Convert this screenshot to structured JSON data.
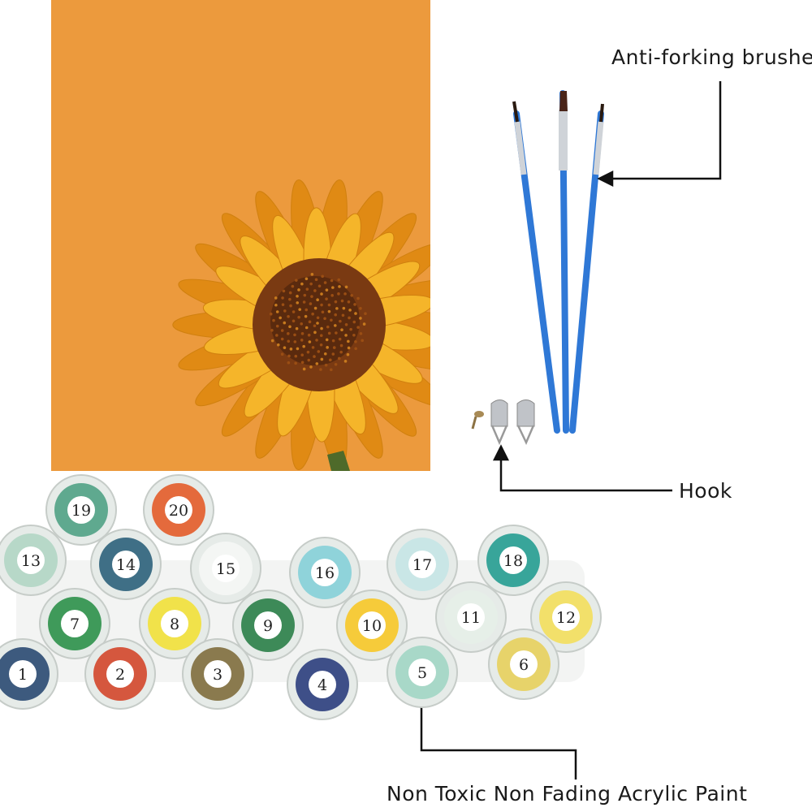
{
  "labels": {
    "brushes": "Anti-forking brushe",
    "hook": "Hook",
    "paint": "Non Toxic Non Fading Acrylic Paint"
  },
  "pots": [
    {
      "num": "19",
      "color": "#5fa98f"
    },
    {
      "num": "20",
      "color": "#e46a3c"
    },
    {
      "num": "13",
      "color": "#b7d8c8"
    },
    {
      "num": "14",
      "color": "#3f6f86"
    },
    {
      "num": "15",
      "color": "#f4f6f4"
    },
    {
      "num": "16",
      "color": "#8fd3da"
    },
    {
      "num": "17",
      "color": "#c9e6e6"
    },
    {
      "num": "18",
      "color": "#38a59a"
    },
    {
      "num": "7",
      "color": "#3f9a5a"
    },
    {
      "num": "8",
      "color": "#f1e24a"
    },
    {
      "num": "9",
      "color": "#3d8a58"
    },
    {
      "num": "10",
      "color": "#f6cb3a"
    },
    {
      "num": "11",
      "color": "#e6efe8"
    },
    {
      "num": "12",
      "color": "#f2e06a"
    },
    {
      "num": "1",
      "color": "#3d5a7e"
    },
    {
      "num": "2",
      "color": "#d5573e"
    },
    {
      "num": "3",
      "color": "#8a7a4e"
    },
    {
      "num": "4",
      "color": "#3e4f88"
    },
    {
      "num": "5",
      "color": "#a8d8c8"
    },
    {
      "num": "6",
      "color": "#e7d36a"
    }
  ],
  "colors": {
    "background": "#ec9a3d",
    "petal": "#f5b52a",
    "petal_shadow": "#e08a14",
    "disc": "#7a3a12",
    "brush_handle": "#2f78d6",
    "ferrule": "#cfd3d8"
  }
}
